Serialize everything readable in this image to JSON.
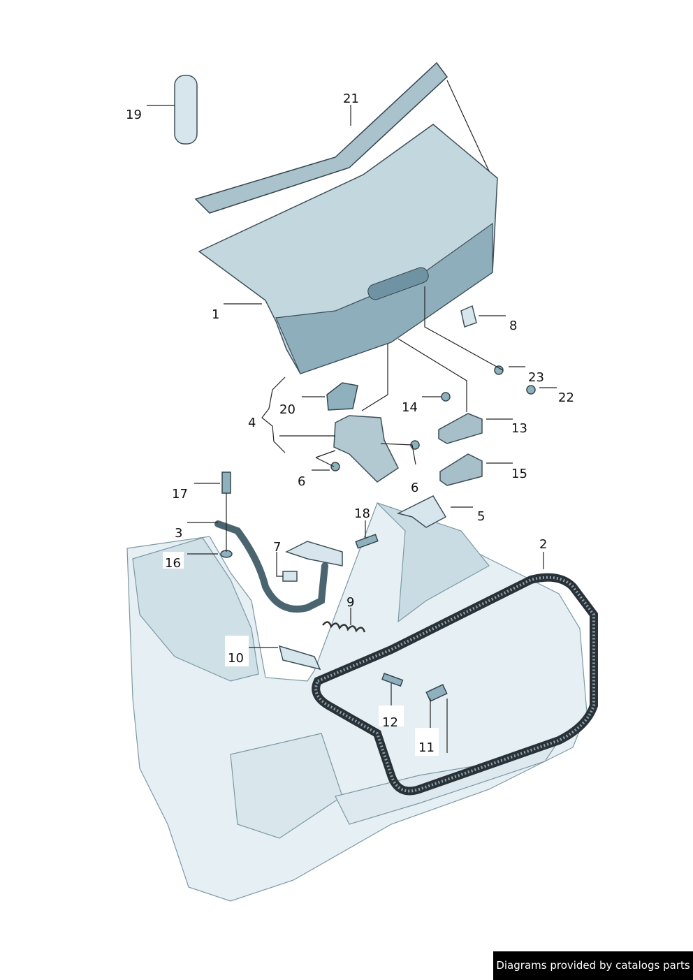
{
  "callouts": [
    {
      "id": "19",
      "text": "19"
    },
    {
      "id": "21",
      "text": "21"
    },
    {
      "id": "1",
      "text": "1"
    },
    {
      "id": "8",
      "text": "8"
    },
    {
      "id": "23",
      "text": "23"
    },
    {
      "id": "22",
      "text": "22"
    },
    {
      "id": "20",
      "text": "20"
    },
    {
      "id": "4",
      "text": "4"
    },
    {
      "id": "14",
      "text": "14"
    },
    {
      "id": "13",
      "text": "13"
    },
    {
      "id": "6a",
      "text": "6"
    },
    {
      "id": "6b",
      "text": "6"
    },
    {
      "id": "15",
      "text": "15"
    },
    {
      "id": "17",
      "text": "17"
    },
    {
      "id": "5",
      "text": "5"
    },
    {
      "id": "18",
      "text": "18"
    },
    {
      "id": "3",
      "text": "3"
    },
    {
      "id": "2",
      "text": "2"
    },
    {
      "id": "16",
      "text": "16"
    },
    {
      "id": "7",
      "text": "7"
    },
    {
      "id": "9",
      "text": "9"
    },
    {
      "id": "10",
      "text": "10"
    },
    {
      "id": "12",
      "text": "12"
    },
    {
      "id": "11",
      "text": "11"
    }
  ],
  "footer": {
    "text": "Diagrams provided by catalogs parts"
  }
}
